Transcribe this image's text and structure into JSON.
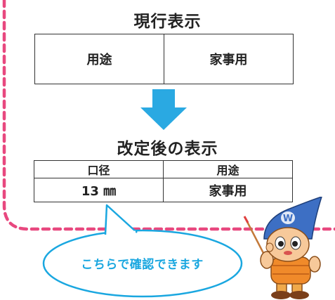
{
  "current": {
    "title": "現行表示",
    "cells": [
      "用途",
      "家事用"
    ]
  },
  "revised": {
    "title": "改定後の表示",
    "headers": [
      "口径",
      "用途"
    ],
    "values": [
      "13 ㎜",
      "家事用"
    ]
  },
  "callout": {
    "text": "こちらで確認できます"
  },
  "colors": {
    "frame": "#e8487f",
    "arrow": "#2aa9e2",
    "bubble": "#1aa7e0"
  },
  "mascot": {
    "hat_letter": "W"
  }
}
